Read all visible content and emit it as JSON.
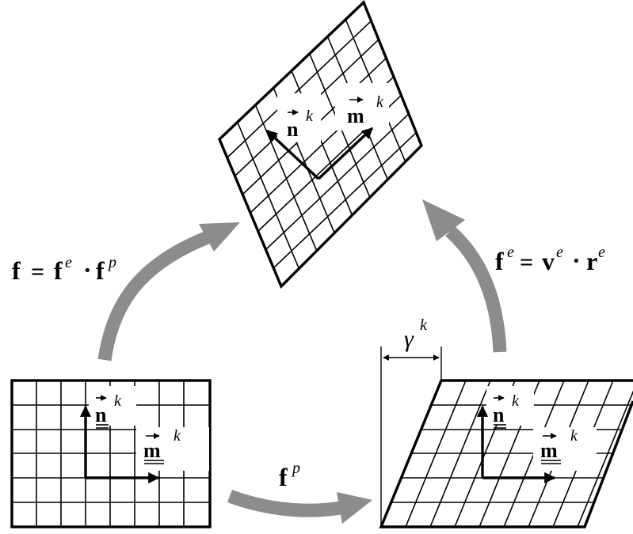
{
  "colors": {
    "ink": "#000000",
    "flow_arrow": "#8c8c8c",
    "background": "#ffffff"
  },
  "labels": {
    "n": "n",
    "m": "m",
    "k": "k",
    "f": "f",
    "eq": "=",
    "dot": "·",
    "e": "e",
    "p": "p",
    "v": "v",
    "r": "r",
    "gamma": "γ"
  }
}
